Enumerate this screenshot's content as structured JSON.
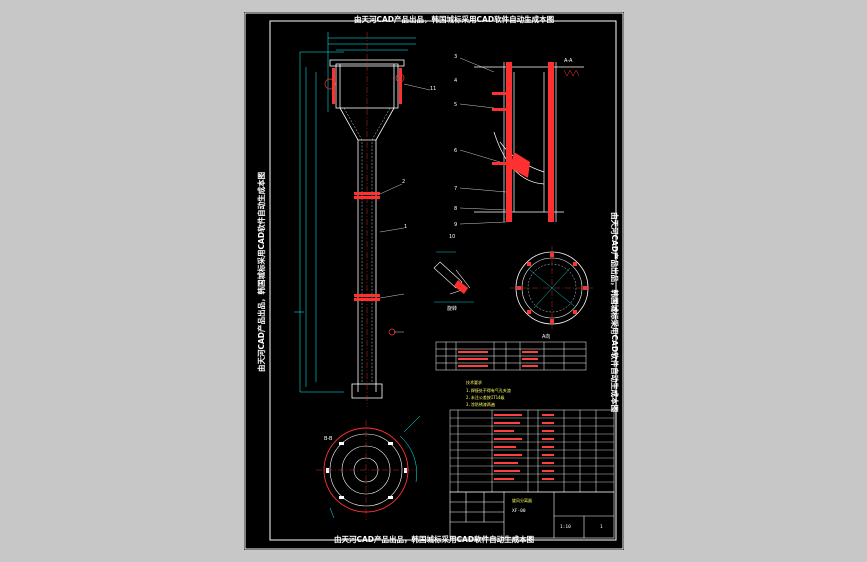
{
  "watermarks": {
    "top": "由天河CAD产品出品，韩国城标采用CAD软件自动生成本图",
    "bottom": "由天河CAD产品出品，韩国城标采用CAD软件自动生成本图",
    "left": "由天河CAD产品出品，韩国城标采用CAD软件自动生成本图",
    "right": "由天河CAD产品出品，韩国城标采用CAD软件自动生成本图"
  },
  "part_numbers": {
    "p1": "1",
    "p2": "2",
    "p3": "3",
    "p4": "4",
    "p5": "5",
    "p6": "6",
    "p7": "7",
    "p8": "8",
    "p9": "9",
    "p10": "10",
    "p11": "11"
  },
  "section_labels": {
    "sec_a": "A-A",
    "rot": "旋转",
    "view_a": "A向",
    "sec_b": "B-B"
  },
  "notes": {
    "title": "技术要求",
    "line1": "1.焊接处不得有气孔夹渣",
    "line2": "2.未注公差按IT14级",
    "line3": "3.涂防锈漆两遍"
  },
  "title_block": {
    "drawing_name": "旋风分离器",
    "drawing_no": "XF-00",
    "scale": "1:10",
    "sheet": "1"
  },
  "colors": {
    "line": "#ffffff",
    "dimension": "#00ffff",
    "hatch": "#ff3030",
    "center": "#ff3030",
    "label": "#ffff40"
  }
}
